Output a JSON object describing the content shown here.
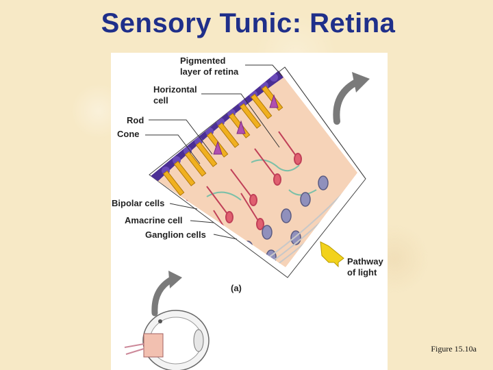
{
  "slide": {
    "title": "Sensory Tunic: Retina",
    "caption": "Figure 15.10a"
  },
  "figure": {
    "panel_letter": "(a)",
    "labels": {
      "pigmented_layer": "Pigmented\nlayer of retina",
      "horizontal_cell": "Horizontal\ncell",
      "rod": "Rod",
      "cone": "Cone",
      "bipolar_cells": "Bipolar cells",
      "amacrine_cell": "Amacrine cell",
      "ganglion_cells": "Ganglion cells",
      "pathway_of_light": "Pathway\nof light"
    },
    "colors": {
      "title": "#1f2f8a",
      "pigment": "#5a3aa0",
      "photoreceptor": "#f0b020",
      "bipolar": "#e06070",
      "ganglion": "#8080b0",
      "tissue": "#f6d3b8",
      "light_arrow": "#f2d21c",
      "curved_arrow": "#808080"
    },
    "icons": [
      "curved-arrow-icon",
      "light-arrow-icon",
      "eye-cross-section-icon"
    ]
  }
}
